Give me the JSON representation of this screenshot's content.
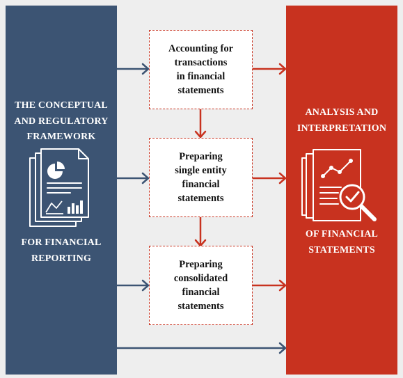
{
  "left_panel": {
    "title_lines": [
      "THE CONCEPTUAL",
      "AND REGULATORY",
      "FRAMEWORK"
    ],
    "subtitle_lines": [
      "FOR FINANCIAL",
      "REPORTING"
    ],
    "icon": "financial-documents-icon",
    "color": "#3c5473"
  },
  "right_panel": {
    "title_lines": [
      "ANALYSIS AND",
      "INTERPRETATION"
    ],
    "subtitle_lines": [
      "OF FINANCIAL",
      "STATEMENTS"
    ],
    "icon": "report-analysis-magnifier-icon",
    "color": "#c8321f"
  },
  "steps": [
    {
      "lines": [
        "Accounting for",
        "transactions",
        "in financial",
        "statements"
      ]
    },
    {
      "lines": [
        "Preparing",
        "single entity",
        "financial",
        "statements"
      ]
    },
    {
      "lines": [
        "Preparing",
        "consolidated",
        "financial",
        "statements"
      ]
    }
  ],
  "colors": {
    "navy": "#3c5473",
    "red": "#c8321f",
    "background": "#eeeeee"
  }
}
